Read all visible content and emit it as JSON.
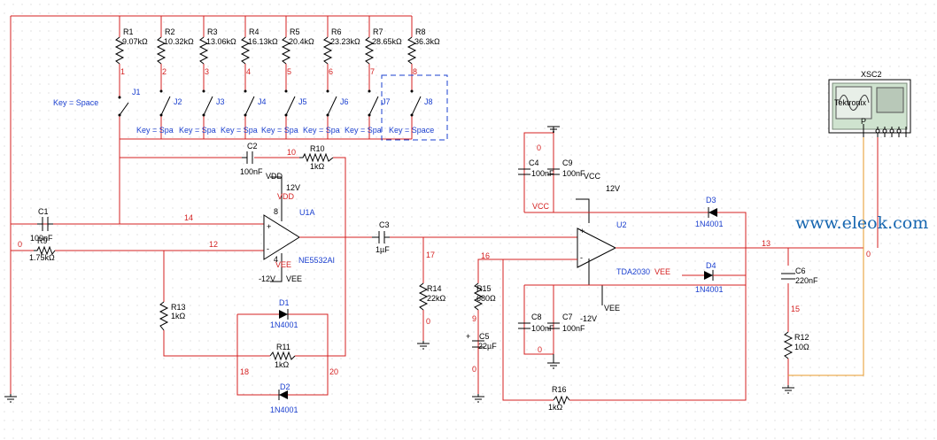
{
  "watermark": "www.eleok.com",
  "scope": {
    "name": "XSC2",
    "brand": "Tektronix",
    "probe": "P",
    "wire_color": "#e79a2a"
  },
  "colors": {
    "wire": "#d42020",
    "component": "#000000",
    "label_blue": "#1a3fcf",
    "dots": "#c8c8c8"
  },
  "resistor_ladder": [
    {
      "ref": "R1",
      "value": "9.07kΩ",
      "node": "1"
    },
    {
      "ref": "R2",
      "value": "10.32kΩ",
      "node": "2"
    },
    {
      "ref": "R3",
      "value": "13.06kΩ",
      "node": "3"
    },
    {
      "ref": "R4",
      "value": "16.13kΩ",
      "node": "4"
    },
    {
      "ref": "R5",
      "value": "20.4kΩ",
      "node": "5"
    },
    {
      "ref": "R6",
      "value": "23.23kΩ",
      "node": "6"
    },
    {
      "ref": "R7",
      "value": "28.65kΩ",
      "node": "7"
    },
    {
      "ref": "R8",
      "value": "36.3kΩ",
      "node": "8"
    }
  ],
  "switches": [
    "J1",
    "J2",
    "J3",
    "J4",
    "J5",
    "J6",
    "J7",
    "J8"
  ],
  "key_label": "Key = Space",
  "key_short": "Key = Spa",
  "parts": {
    "C1": {
      "ref": "C1",
      "value": "100nF"
    },
    "R9": {
      "ref": "R9",
      "value": "1.75kΩ"
    },
    "C2": {
      "ref": "C2",
      "value": "100nF"
    },
    "R10": {
      "ref": "R10",
      "value": "1kΩ"
    },
    "R13": {
      "ref": "R13",
      "value": "1kΩ"
    },
    "R11": {
      "ref": "R11",
      "value": "1kΩ"
    },
    "D1": {
      "ref": "D1",
      "value": "1N4001"
    },
    "D2": {
      "ref": "D2",
      "value": "1N4001"
    },
    "C3": {
      "ref": "C3",
      "value": "1µF"
    },
    "R14": {
      "ref": "R14",
      "value": "22kΩ"
    },
    "R15": {
      "ref": "R15",
      "value": "680Ω"
    },
    "C5": {
      "ref": "C5",
      "value": "22µF"
    },
    "C4": {
      "ref": "C4",
      "value": "100nF"
    },
    "C9": {
      "ref": "C9",
      "value": "100nF"
    },
    "C8": {
      "ref": "C8",
      "value": "100nF"
    },
    "C7": {
      "ref": "C7",
      "value": "100nF"
    },
    "D3": {
      "ref": "D3",
      "value": "1N4001"
    },
    "D4": {
      "ref": "D4",
      "value": "1N4001"
    },
    "R16": {
      "ref": "R16",
      "value": "1kΩ"
    },
    "C6": {
      "ref": "C6",
      "value": "220nF"
    },
    "R12": {
      "ref": "R12",
      "value": "10Ω"
    }
  },
  "u1": {
    "ref": "U1A",
    "model": "NE5532AI",
    "vdd": "VDD",
    "vee": "VEE",
    "pos": "12V",
    "neg": "-12V",
    "plus": "+",
    "minus": "-",
    "pin_top": "8",
    "pin_bot": "4"
  },
  "u2": {
    "ref": "U2",
    "model": "TDA2030",
    "vcc": "VCC",
    "vee": "VEE",
    "pos": "12V",
    "neg": "-12V"
  },
  "nets": {
    "n0a": "0",
    "n0b": "0",
    "n0c": "0",
    "n0d": "0",
    "n0e": "0",
    "n0f": "0",
    "n9": "9",
    "n10": "10",
    "n12": "12",
    "n13": "13",
    "n14": "14",
    "n15": "15",
    "n16": "16",
    "n17": "17",
    "n18": "18",
    "n20": "20"
  }
}
